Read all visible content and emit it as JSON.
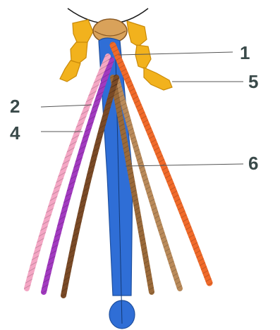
{
  "labels": {
    "l1": "1",
    "l2": "2",
    "l4": "4",
    "l5": "5",
    "l6": "6"
  },
  "colors": {
    "label_text": "#3a4a4a",
    "leader_line": "#555555",
    "outline": "#1a1a1a",
    "legs": "#f2b21d",
    "legs_dark": "#c98a0a",
    "head": "#d9a25a",
    "head_dark": "#8a5a25",
    "central_cord": "#2f6ed6",
    "central_cord_dark": "#1e4f9e",
    "cord_1": "#f06a2a",
    "cord_2": "#f4a6c4",
    "cord_4": "#a23ac0",
    "cord_brown_dark": "#7a4a26",
    "cord_brown_mid": "#9a6a3a",
    "cord_brown_light": "#b98a5a"
  },
  "icons": {
    "head": "rounded-head-shape",
    "legs": "jointed-appendages"
  }
}
